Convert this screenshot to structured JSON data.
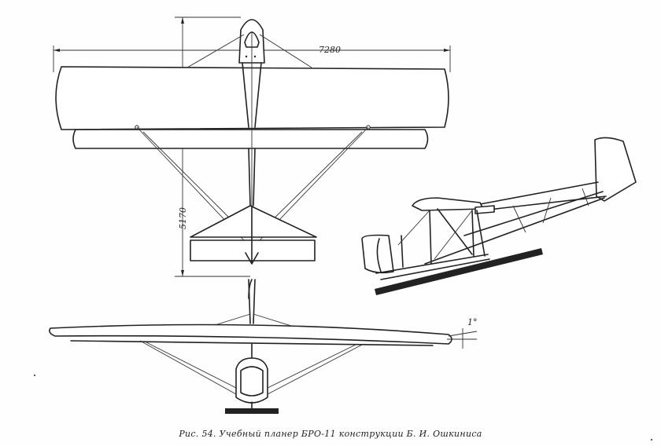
{
  "figure": {
    "caption": "Рис. 54. Учебный планер БРО-11 конструкции Б. И. Ошкиниса",
    "dimensions": {
      "span": "7280",
      "length": "5170",
      "dihedral": "1°"
    }
  }
}
